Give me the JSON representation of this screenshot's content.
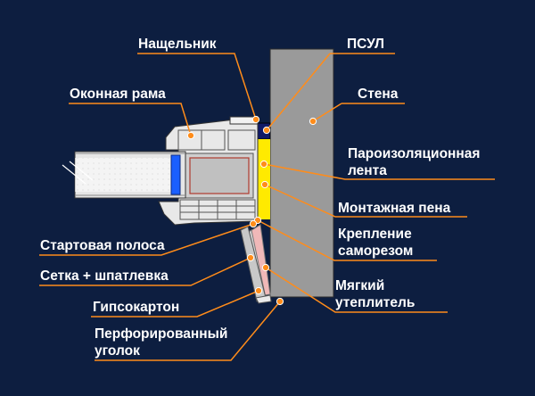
{
  "diagram": {
    "labels": {
      "nashchelnik": "Нащельник",
      "psul": "ПСУЛ",
      "okonnaya_rama": "Оконная рама",
      "stena": "Стена",
      "paroizol_line1": "Пароизоляционная",
      "paroizol_line2": "лента",
      "montazhnaya_pena": "Монтажная пена",
      "kreplenie_line1": "Крепление",
      "kreplenie_line2": "саморезом",
      "startovaya_polosa": "Стартовая полоса",
      "setka": "Сетка + шпатлевка",
      "myagkiy_line1": "Мягкий",
      "myagkiy_line2": "утеплитель",
      "gipsokarton": "Гипсокартон",
      "perfor_line1": "Перфорированный",
      "perfor_line2": "уголок"
    },
    "colors": {
      "background": "#0d1e40",
      "leader": "#ff8c1a",
      "wall": "#9a9a9a",
      "foam": "#ffea00",
      "frame": "#e8e8e8",
      "glass_frame": "#1a5fff",
      "psul": "#111a66",
      "insulation": "#f0b8b8",
      "label_text": "#ffffff"
    }
  }
}
